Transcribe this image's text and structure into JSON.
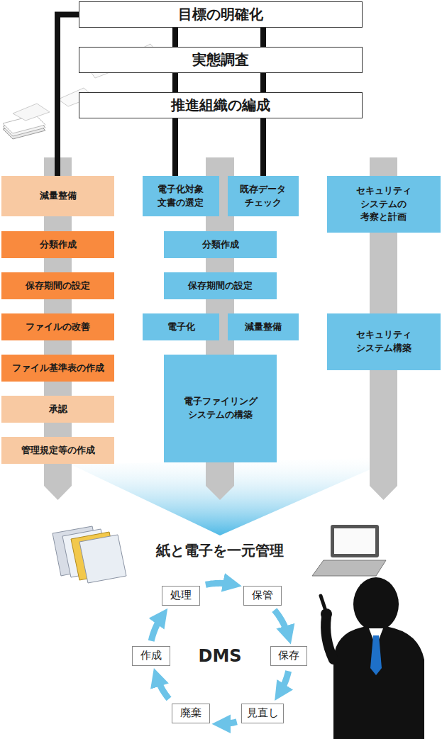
{
  "diagram": {
    "nodes": [
      {
        "text": [
          "目標の明確化"
        ]
      },
      {
        "text": [
          "実態調査"
        ]
      },
      {
        "text": [
          "推進組織の編成"
        ]
      },
      {
        "text": [
          "減量整備"
        ]
      },
      {
        "text": [
          "電子化対象 文書の選定"
        ]
      },
      {
        "text": [
          "既存データ チェック"
        ]
      },
      {
        "text": [
          "セキュリティ システムの 考察と計画"
        ]
      },
      {
        "text": [
          "分類作成"
        ]
      },
      {
        "text": [
          "分類作成"
        ]
      },
      {
        "text": [
          "保存期間の設定"
        ]
      },
      {
        "text": [
          "保存期間の設定"
        ]
      },
      {
        "text": [
          "ファイルの改善"
        ]
      },
      {
        "text": [
          "電子化"
        ]
      },
      {
        "text": [
          "減量整備"
        ]
      },
      {
        "text": [
          "セキュリティ システム構築"
        ]
      },
      {
        "text": [
          "ファイル基準表の作成"
        ]
      },
      {
        "text": [
          "電子ファイリング システムの構築"
        ]
      },
      {
        "text": [
          "承認"
        ]
      },
      {
        "text": [
          "管理規定等の作成"
        ]
      },
      {
        "text": [
          "処理"
        ]
      },
      {
        "text": [
          "保管"
        ]
      },
      {
        "text": [
          "保存"
        ]
      },
      {
        "text": [
          "見直し"
        ]
      },
      {
        "text": [
          "廃棄"
        ]
      },
      {
        "text": [
          "作成"
        ]
      }
    ],
    "edges": [
      {
        "from": 0,
        "to": 3,
        "arrow": "none"
      },
      {
        "from": 0,
        "to": 4,
        "arrow": "none"
      },
      {
        "from": 0,
        "to": 5,
        "arrow": "none"
      },
      {
        "from": 19,
        "to": 20,
        "arrow": "to"
      },
      {
        "from": 20,
        "to": 21,
        "arrow": "to"
      },
      {
        "from": 21,
        "to": 22,
        "arrow": "to"
      },
      {
        "from": 22,
        "to": 23,
        "arrow": "to"
      },
      {
        "from": 23,
        "to": 24,
        "arrow": "to"
      },
      {
        "from": 24,
        "to": 19,
        "arrow": "to"
      }
    ],
    "labels": [
      "紙と電子を一元管理",
      "DMS"
    ]
  }
}
